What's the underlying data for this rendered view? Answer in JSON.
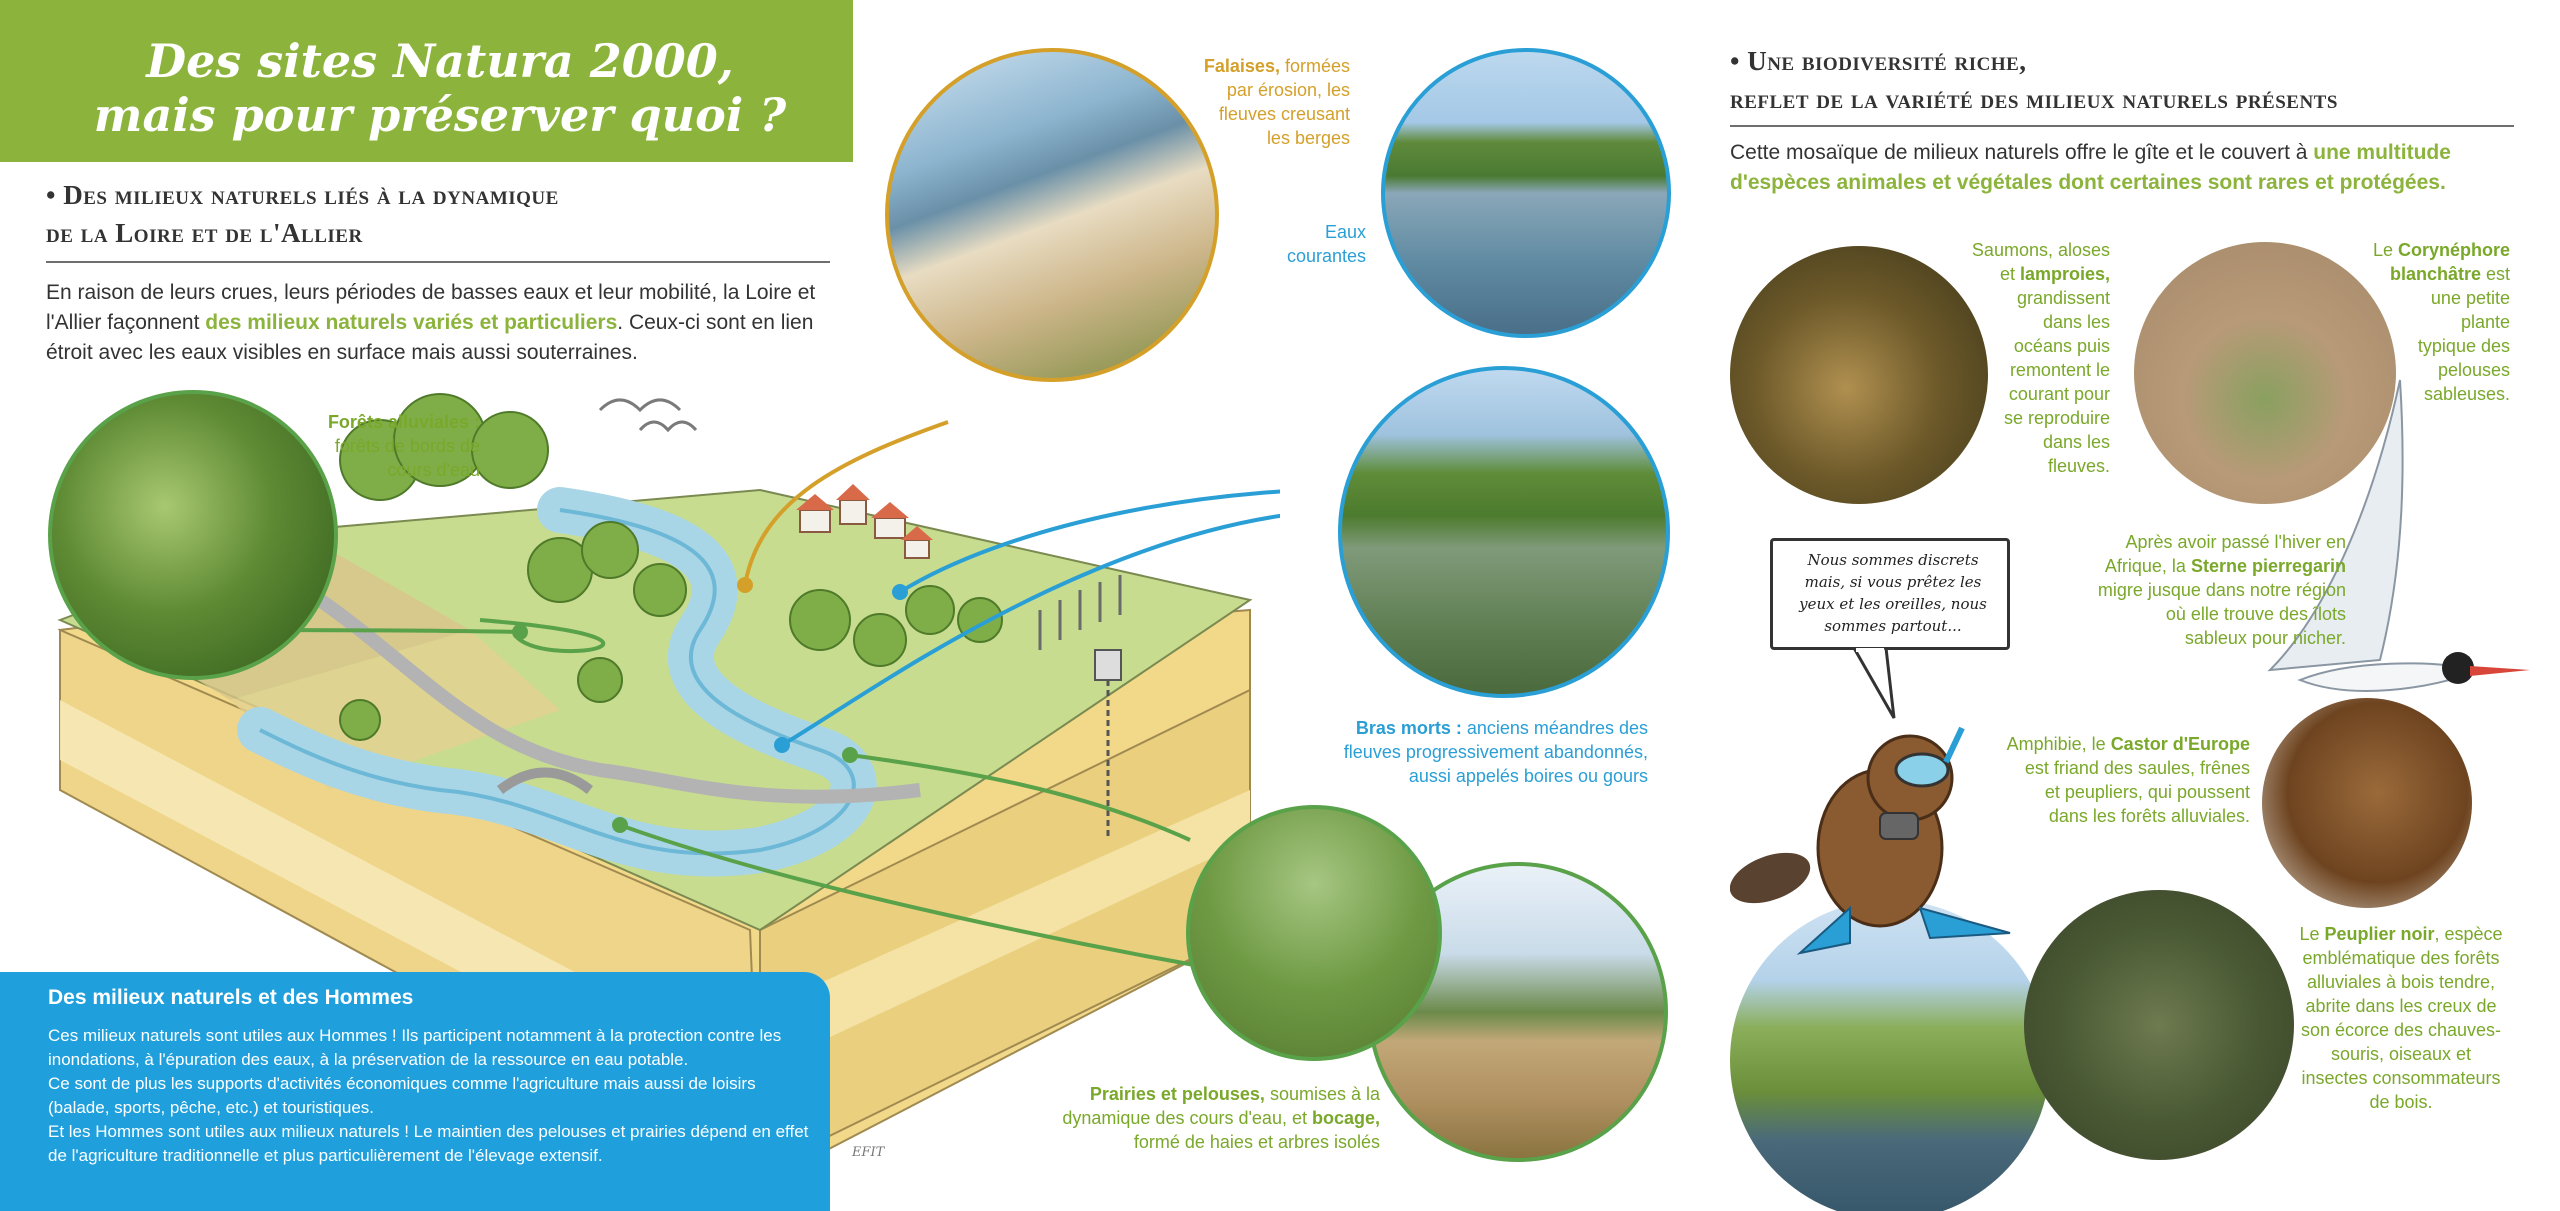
{
  "title": {
    "line1": "Des sites Natura 2000,",
    "line2": "mais pour préserver quoi ?"
  },
  "left_section": {
    "heading_line1": "• Des milieux naturels liés à la dynamique",
    "heading_line2": "de la Loire et de l'Allier",
    "intro_part1": "En raison de leurs crues, leurs périodes de basses eaux et leur mobilité, la Loire et l'Allier façonnent ",
    "intro_highlight": "des milieux naturels variés et particuliers",
    "intro_part2": ". Ceux-ci sont en lien étroit avec les eaux visibles en surface mais aussi souterraines."
  },
  "captions": {
    "forets_bold": "Forêts alluviales :",
    "forets_rest1": "forêts de bords de",
    "forets_rest2": "cours d'eau",
    "falaises_bold": "Falaises,",
    "falaises_rest1": " formées",
    "falaises_rest2": "par érosion, les",
    "falaises_rest3": "fleuves creusant",
    "falaises_rest4": "les berges",
    "eaux_line1": "Eaux",
    "eaux_line2": "courantes",
    "bras_bold": "Bras morts :",
    "bras_rest1": " anciens méandres des",
    "bras_rest2": "fleuves progressivement abandonnés,",
    "bras_rest3": "aussi appelés boires ou gours",
    "prairies_bold": "Prairies et pelouses,",
    "prairies_rest1": " soumises à la",
    "prairies_rest2": "dynamique des cours d'eau, et ",
    "prairies_bold2": "bocage,",
    "prairies_rest3": "formé de haies et arbres isolés"
  },
  "hommes_box": {
    "title": "Des milieux naturels et des Hommes",
    "p1": "Ces milieux naturels sont utiles aux Hommes ! Ils participent notamment à la protection contre les inondations, à l'épuration des eaux, à la préservation de la ressource en eau potable.",
    "p2": "Ce sont de plus les supports d'activités économiques comme l'agriculture mais aussi de loisirs (balade, sports, pêche, etc.) et touristiques.",
    "p3": "Et les Hommes sont utiles aux milieux naturels ! Le maintien des pelouses et prairies dépend en effet de l'agriculture traditionnelle et plus particulièrement de l'élevage extensif."
  },
  "right_section": {
    "heading_line1": "• Une biodiversité riche,",
    "heading_line2": "reflet de la variété des milieux naturels présents",
    "intro_part1": "Cette mosaïque de milieux naturels offre le gîte et le couvert à ",
    "intro_highlight": "une multitude d'espèces animales et végétales dont certaines sont rares et protégées."
  },
  "species": {
    "saumons_1": "Saumons, aloses",
    "saumons_2a": "et ",
    "saumons_2b": "lamproies,",
    "saumons_3": "grandissent",
    "saumons_4": "dans les",
    "saumons_5": "océans puis",
    "saumons_6": "remontent le",
    "saumons_7": "courant pour",
    "saumons_8": "se reproduire",
    "saumons_9": "dans les",
    "saumons_10": "fleuves.",
    "cory_1a": "Le ",
    "cory_1b": "Corynéphore",
    "cory_2a": "blanchâtre",
    "cory_2b": " est",
    "cory_3": "une petite",
    "cory_4": "plante",
    "cory_5": "typique des",
    "cory_6": "pelouses",
    "cory_7": "sableuses.",
    "sterne_1": "Après avoir passé l'hiver en",
    "sterne_2a": "Afrique, la ",
    "sterne_2b": "Sterne pierregarin",
    "sterne_3": "migre jusque dans notre région",
    "sterne_4": "où elle trouve des îlots",
    "sterne_5": "sableux pour nicher.",
    "castor_1a": "Amphibie, le ",
    "castor_1b": "Castor d'Europe",
    "castor_2": "est friand des saules, frênes",
    "castor_3": "et peupliers, qui poussent",
    "castor_4": "dans les forêts alluviales.",
    "peuplier_1a": "Le ",
    "peuplier_1b": "Peuplier noir",
    "peuplier_1c": ", espèce",
    "peuplier_2": "emblématique des forêts",
    "peuplier_3": "alluviales à bois tendre,",
    "peuplier_4": "abrite dans les creux de",
    "peuplier_5": "son écorce des chauves-",
    "peuplier_6": "souris, oiseaux et",
    "peuplier_7": "insectes consommateurs",
    "peuplier_8": "de bois."
  },
  "speech_bubble": {
    "line1": "Nous sommes discrets",
    "line2": "mais, si vous prêtez les",
    "line3": "yeux et les oreilles, nous",
    "line4": "sommes partout..."
  },
  "signature": "EFIT",
  "colors": {
    "green": "#8cb43c",
    "blue": "#1fa0dc",
    "orange": "#d4a02a",
    "text": "#333333"
  }
}
